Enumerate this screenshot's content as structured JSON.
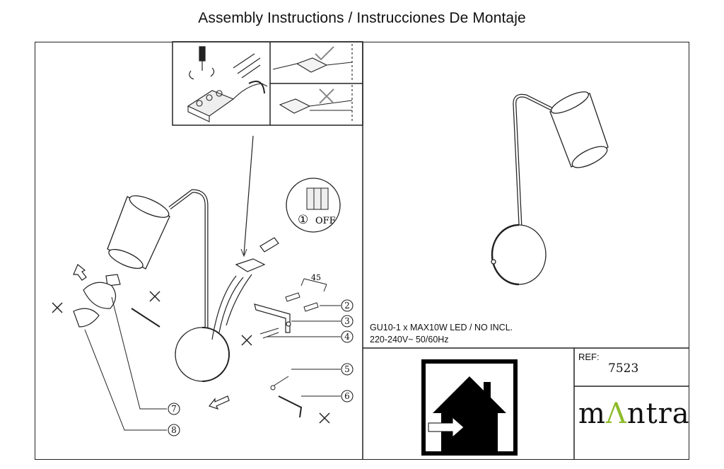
{
  "document": {
    "title": "Assembly Instructions / Instrucciones De Montaje"
  },
  "switch_panel": {
    "step": "①",
    "label": "OFF"
  },
  "dimension": {
    "value": "45"
  },
  "callouts": [
    "2",
    "3",
    "4",
    "5",
    "6",
    "7",
    "8"
  ],
  "spec": {
    "line1": "GU10-1 x  MAX10W  LED / NO INCL.",
    "line2": "220-240V~  50/60Hz"
  },
  "ref": {
    "label": "REF:",
    "value": "7523"
  },
  "brand": {
    "left": "m",
    "accent": "Λ",
    "right": "ntra",
    "accent_color": "#8dbb2a"
  },
  "colors": {
    "line": "#222222",
    "icon_fill": "#000000",
    "brand_accent": "#8dbb2a"
  },
  "icons": [
    "screwdriver-icon",
    "terminal-block-icon",
    "check-icon",
    "cross-icon",
    "screw-icon",
    "wall-plug-icon",
    "allen-key-icon",
    "bulb-icon",
    "lamp-shade-icon",
    "arrow-icon",
    "indoor-use-icon"
  ]
}
